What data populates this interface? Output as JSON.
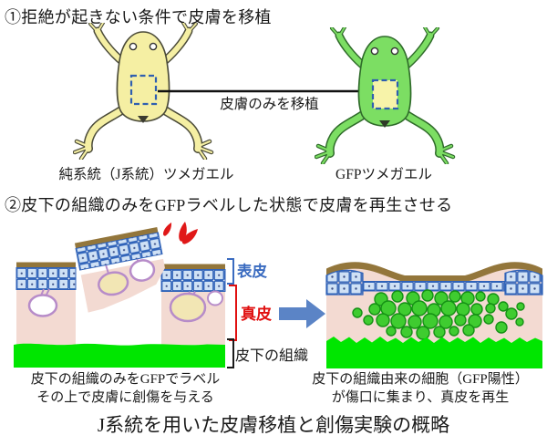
{
  "colors": {
    "frog_plain": "#F5EFA3",
    "frog_gfp": "#7CDE63",
    "frog_outline": "#4A4A38",
    "patch_yellow": "#F7F3A9",
    "dashed_blue": "#2F5FB0",
    "epidermis_cell_fill": "#CFE1F5",
    "epidermis_cell_border": "#2F62B8",
    "dermis_pink": "#F3DAD2",
    "gland_cream": "#F2E6B4",
    "gland_outline": "#B78CC9",
    "surface_brown": "#93763B",
    "subcutaneous_green": "#00E600",
    "gfp_cell_green": "#3FCC30",
    "gfp_cell_border": "#149114",
    "arrow_blue": "#5B84C6",
    "shock_red": "#E01818",
    "black_arrow": "#111111"
  },
  "section1": {
    "heading": "①拒絶が起きない条件で皮膚を移植",
    "transplant_arrow_label": "皮膚のみを移植",
    "left_frog_label": "純系統（J系統）ツメガエル",
    "right_frog_label": "GFPツメガエル"
  },
  "section2": {
    "heading": "②皮下の組織のみをGFPラベルした状態で皮膚を再生させる",
    "layer_labels": {
      "epidermis": "表皮",
      "dermis": "真皮",
      "subcutaneous": "皮下の組織"
    },
    "left_caption_line1": "皮下の組織のみをGFPでラベル",
    "left_caption_line2": "その上で皮膚に創傷を与える",
    "right_caption_line1": "皮下の組織由来の細胞（GFP陽性）",
    "right_caption_line2": "が傷口に集まり、真皮を再生"
  },
  "footer": {
    "title": "J系統を用いた皮膚移植と創傷実験の概略"
  }
}
